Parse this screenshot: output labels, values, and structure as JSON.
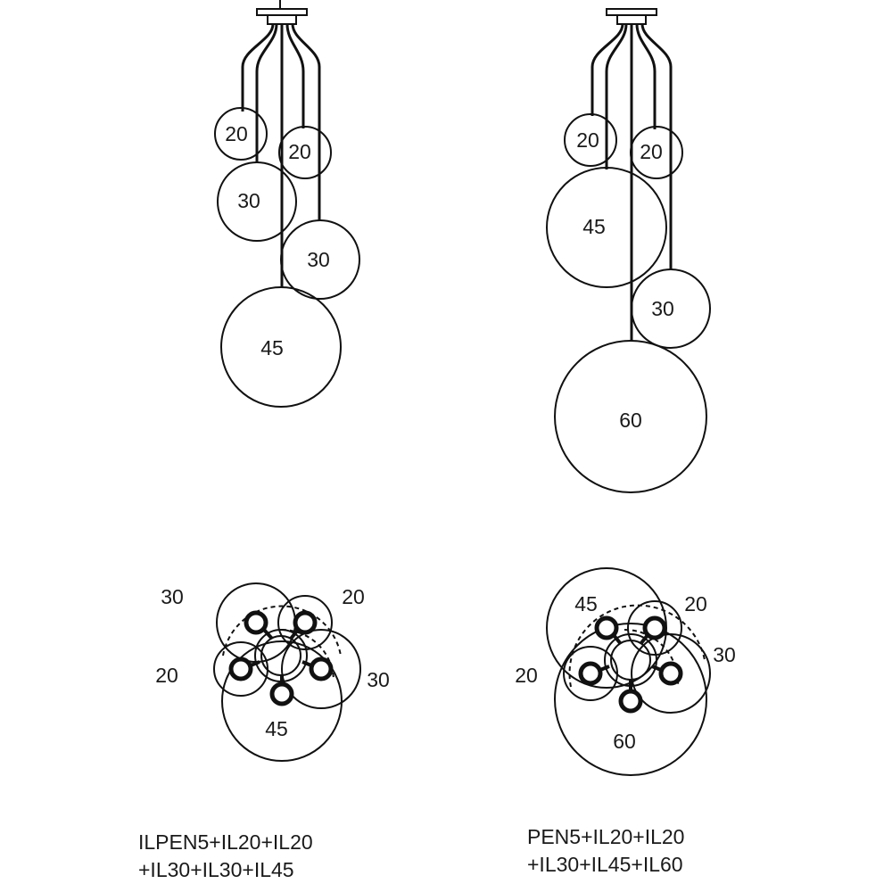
{
  "colors": {
    "line": "#111111",
    "text": "#1a1a1a",
    "background": "#ffffff"
  },
  "variants": [
    {
      "caption_line1": "ILPEN5+IL20+IL20",
      "caption_line2": "+IL30+IL30+IL45",
      "side_globes": [
        "20",
        "20",
        "30",
        "30",
        "45"
      ],
      "top_labels": [
        "30",
        "20",
        "20",
        "30",
        "45"
      ]
    },
    {
      "caption_line1": "PEN5+IL20+IL20",
      "caption_line2": "+IL30+IL45+IL60",
      "side_globes": [
        "20",
        "20",
        "45",
        "30",
        "60"
      ],
      "top_labels": [
        "45",
        "20",
        "20",
        "30",
        "60"
      ]
    }
  ]
}
